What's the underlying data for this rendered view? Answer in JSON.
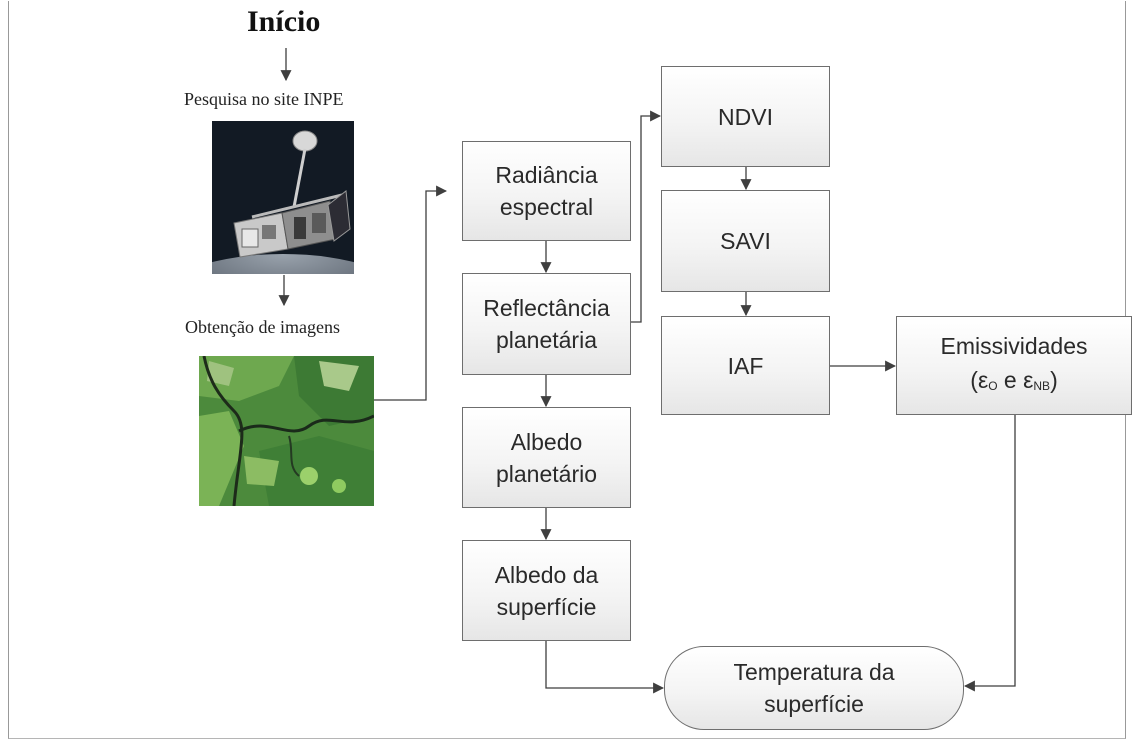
{
  "start": {
    "title": "Início"
  },
  "steps": {
    "search": "Pesquisa no site INPE",
    "acquire": "Obtenção de imagens"
  },
  "boxes": {
    "radiance": "Radiância\nespectral",
    "reflectance": "Reflectância\nplanetária",
    "albedo_planetary": "Albedo\nplanetário",
    "albedo_surface": "Albedo da\nsuperfície",
    "ndvi": "NDVI",
    "savi": "SAVI",
    "iaf": "IAF",
    "emissivity_title": "Emissividades",
    "emissivity_open": "(",
    "emissivity_eps1": "ε",
    "emissivity_sub1": "O",
    "emissivity_mid": " e ",
    "emissivity_eps2": "ε",
    "emissivity_sub2": "NB",
    "emissivity_close": ")",
    "temperature": "Temperatura da\nsuperfície"
  },
  "pictures": {
    "satellite": "satellite-image",
    "landsat": "landsat-scene-image"
  },
  "colors": {
    "line": "#3f3f3f",
    "box_border": "#6e6e6e",
    "vegetation": "#4c8a3c",
    "space": "#121a24"
  }
}
